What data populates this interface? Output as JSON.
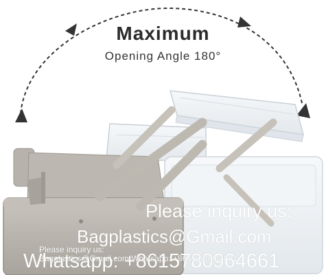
{
  "headline": {
    "title": "Maximum",
    "subtitle": "Opening Angle 180°"
  },
  "watermark": {
    "large_lines": [
      "Please inquiry us:",
      "Bagplastics@Gmail.com",
      "Whatsapp: +8615780964661"
    ],
    "small_lines": [
      "Please inquiry us:",
      "Bagplastics@Gmail.com Whatsapp: +8615780964661"
    ]
  },
  "colors": {
    "arrow": "#333333",
    "box_gray": "#b5b1aa",
    "box_gray_dark": "#8f8b85",
    "clear_tray": "#eef2f5"
  },
  "arrow_icon": "curved-dashed-arrow-icon"
}
